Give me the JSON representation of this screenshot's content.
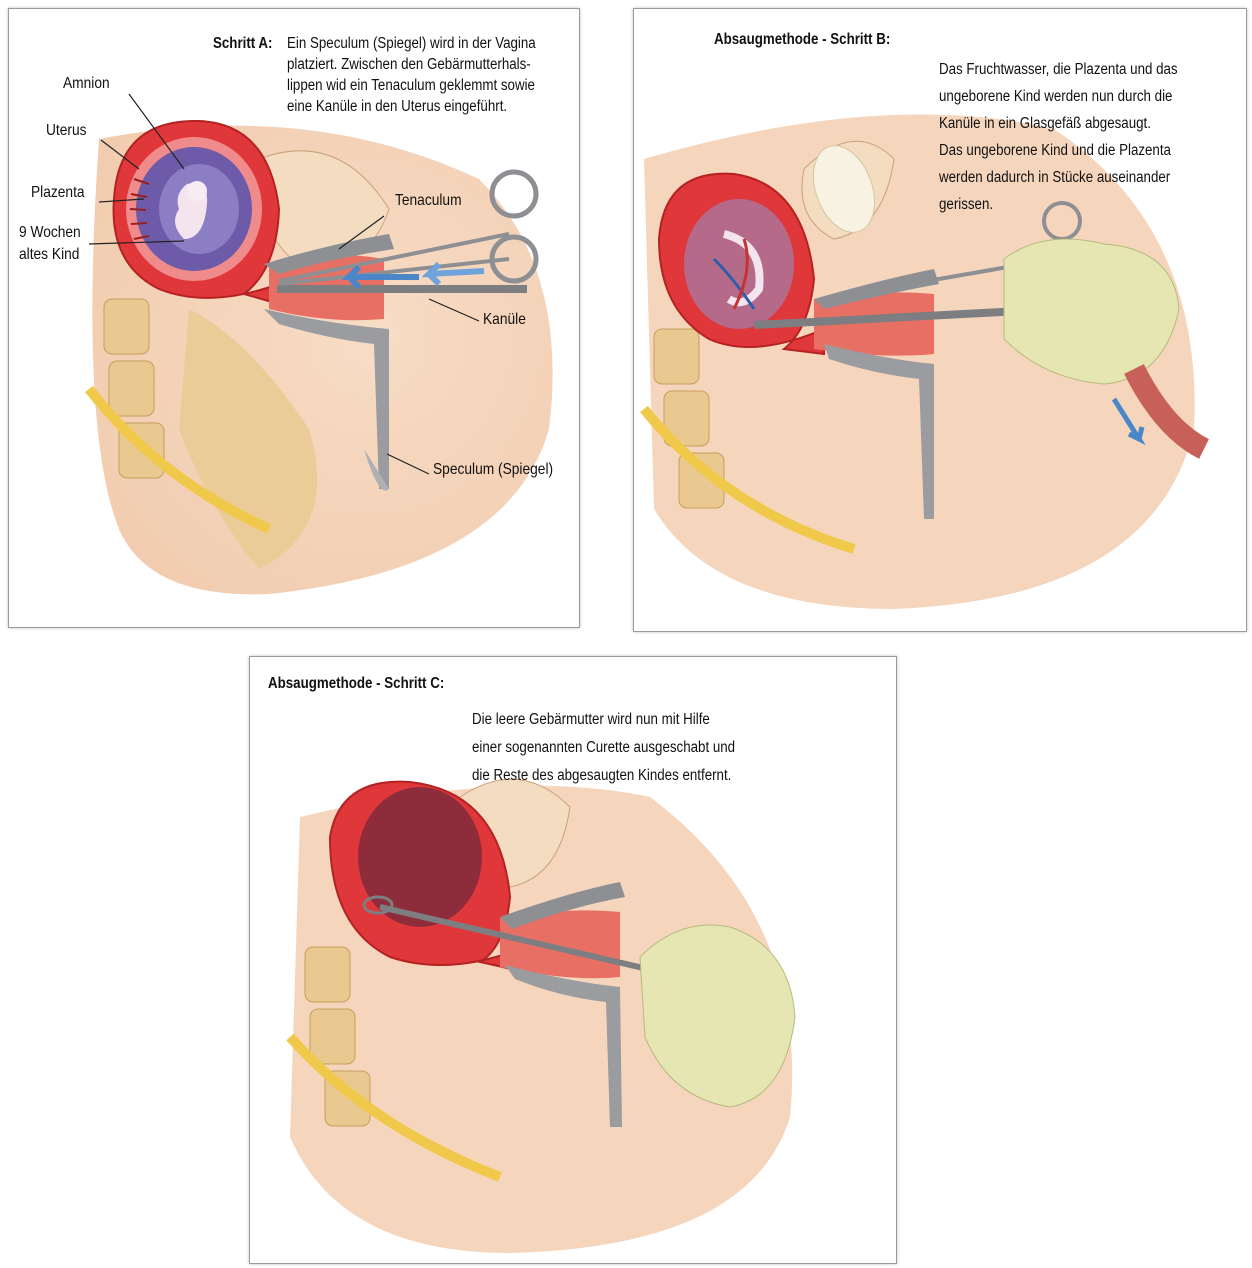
{
  "panel_a": {
    "heading": "Schritt A:",
    "description": [
      "Ein Speculum (Spiegel) wird in der Vagina",
      "platziert. Zwischen den Gebärmutterhals-",
      "lippen wid ein Tenaculum geklemmt sowie",
      "eine Kanüle in den Uterus eingeführt."
    ],
    "labels": {
      "amnion": "Amnion",
      "uterus": "Uterus",
      "plazenta": "Plazenta",
      "kind_line1": "9 Wochen",
      "kind_line2": "altes Kind",
      "tenaculum": "Tenaculum",
      "kanule": "Kanüle",
      "speculum": "Speculum (Spiegel)"
    }
  },
  "panel_b": {
    "heading": "Absaugmethode - Schritt B:",
    "description": [
      "Das Fruchtwasser, die Plazenta und das",
      "ungeborene Kind werden nun durch die",
      "Kanüle in ein Glasgefäß abgesaugt.",
      "Das ungeborene Kind und die Plazenta",
      "werden dadurch in Stücke auseinander",
      "gerissen."
    ]
  },
  "panel_c": {
    "heading": "Absaugmethode - Schritt C:",
    "description": [
      "Die leere Gebärmutter wird nun mit Hilfe",
      "einer sogenannten Curette ausgeschabt und",
      "die Reste des abgesaugten Kindes entfernt."
    ]
  },
  "colors": {
    "uterus": "#e0383a",
    "amnion": "#6d5aa8",
    "skin": "#f2c9a8",
    "bone": "#e9c98f",
    "steel": "#8d8f93",
    "glove": "#e6e6b2",
    "arrow": "#4a86c8"
  }
}
